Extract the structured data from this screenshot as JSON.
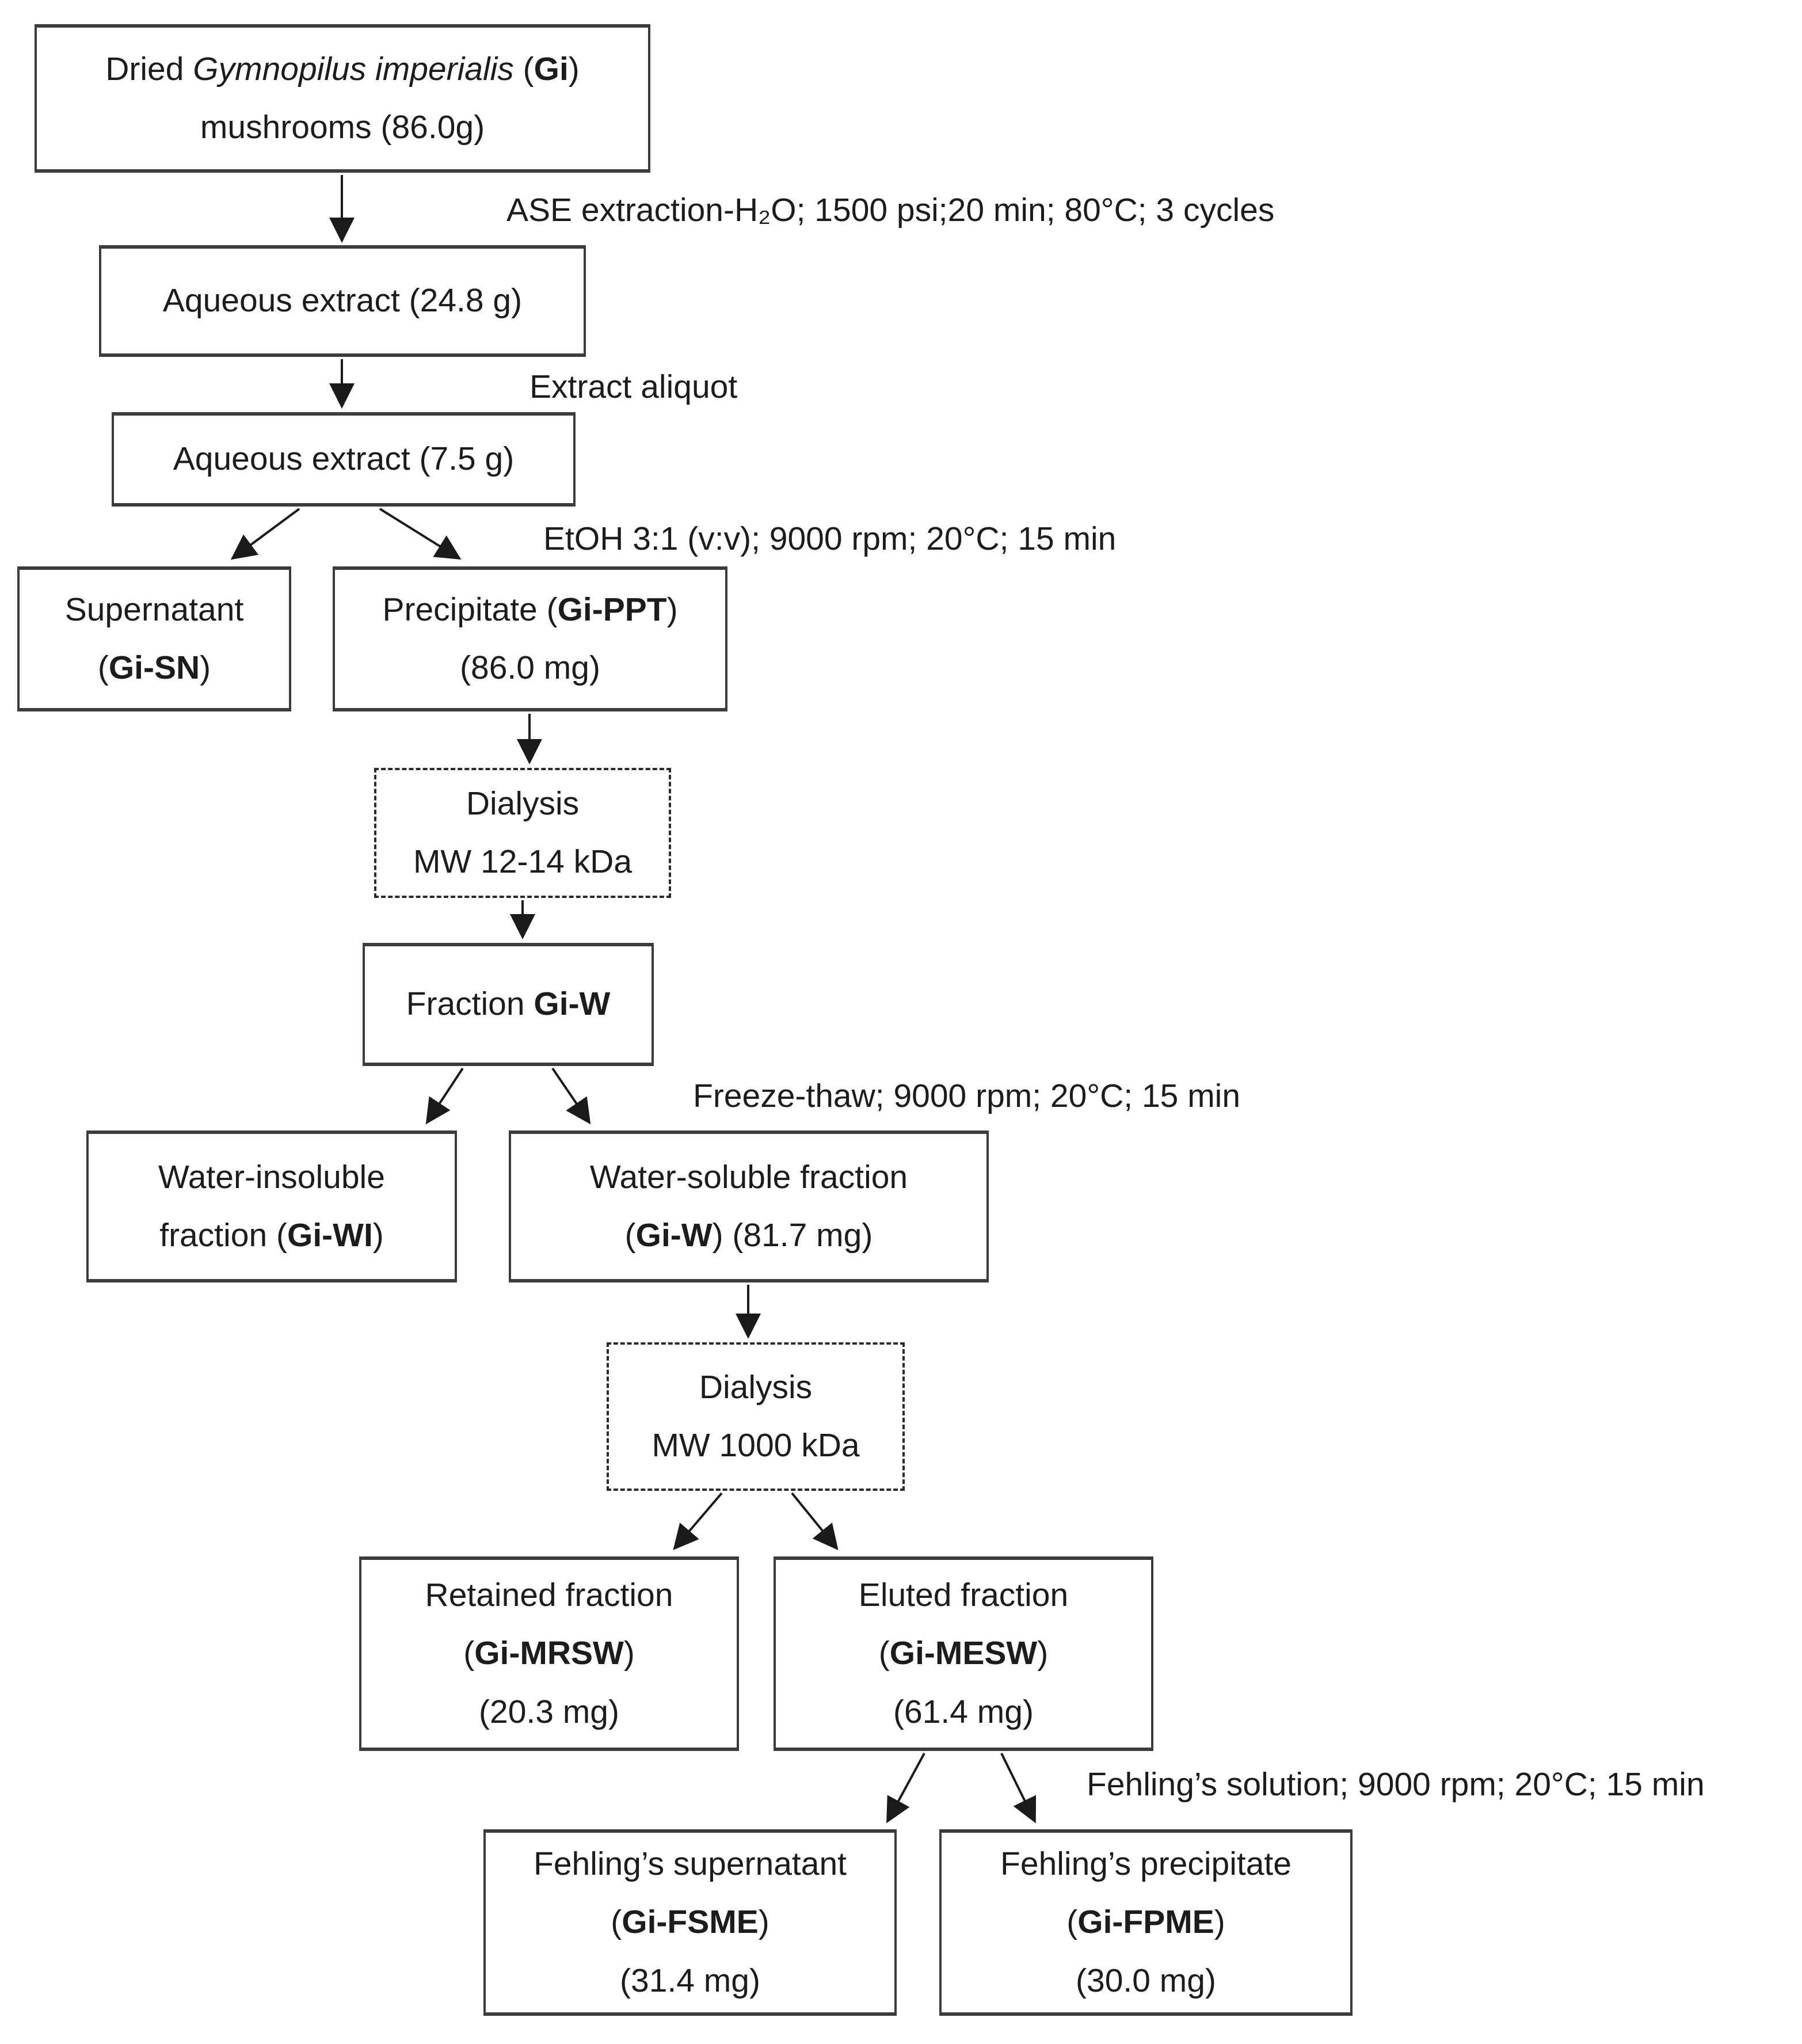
{
  "colors": {
    "line": "#1a1a1a",
    "box_border": "#3c3c3c",
    "text": "#1c1c1c",
    "background": "#ffffff"
  },
  "flowchart": {
    "nodes": {
      "dried_mushrooms": {
        "lines": [
          [
            {
              "t": "Dried "
            },
            {
              "t": "Gymnopilus imperialis",
              "i": true
            },
            {
              "t": " ("
            },
            {
              "t": "Gi",
              "b": true
            },
            {
              "t": ")"
            }
          ],
          [
            {
              "t": "mushrooms (86.0g)"
            }
          ]
        ]
      },
      "aqueous_extract_1": {
        "lines": [
          [
            {
              "t": "Aqueous extract (24.8 g)"
            }
          ]
        ]
      },
      "aqueous_extract_2": {
        "lines": [
          [
            {
              "t": "Aqueous extract (7.5 g)"
            }
          ]
        ]
      },
      "supernatant": {
        "lines": [
          [
            {
              "t": "Supernatant"
            }
          ],
          [
            {
              "t": "("
            },
            {
              "t": "Gi-SN",
              "b": true
            },
            {
              "t": ")"
            }
          ]
        ]
      },
      "precipitate": {
        "lines": [
          [
            {
              "t": "Precipitate ("
            },
            {
              "t": "Gi-PPT",
              "b": true
            },
            {
              "t": ")"
            }
          ],
          [
            {
              "t": "(86.0 mg)"
            }
          ]
        ]
      },
      "dialysis_12_14": {
        "lines": [
          [
            {
              "t": "Dialysis"
            }
          ],
          [
            {
              "t": "MW 12-14 kDa"
            }
          ]
        ]
      },
      "fraction_gi_w": {
        "lines": [
          [
            {
              "t": "Fraction "
            },
            {
              "t": "Gi-W",
              "b": true
            }
          ]
        ]
      },
      "water_insoluble": {
        "lines": [
          [
            {
              "t": "Water-insoluble"
            }
          ],
          [
            {
              "t": "fraction ("
            },
            {
              "t": "Gi-WI",
              "b": true
            },
            {
              "t": ")"
            }
          ]
        ]
      },
      "water_soluble": {
        "lines": [
          [
            {
              "t": "Water-soluble fraction"
            }
          ],
          [
            {
              "t": "("
            },
            {
              "t": "Gi-W",
              "b": true
            },
            {
              "t": ") (81.7 mg)"
            }
          ]
        ]
      },
      "dialysis_1000": {
        "lines": [
          [
            {
              "t": "Dialysis"
            }
          ],
          [
            {
              "t": "MW 1000 kDa"
            }
          ]
        ]
      },
      "retained_fraction": {
        "lines": [
          [
            {
              "t": "Retained fraction"
            }
          ],
          [
            {
              "t": "("
            },
            {
              "t": "Gi-MRSW",
              "b": true
            },
            {
              "t": ")"
            }
          ],
          [
            {
              "t": "(20.3 mg)"
            }
          ]
        ]
      },
      "eluted_fraction": {
        "lines": [
          [
            {
              "t": "Eluted fraction"
            }
          ],
          [
            {
              "t": "("
            },
            {
              "t": "Gi-MESW",
              "b": true
            },
            {
              "t": ")"
            }
          ],
          [
            {
              "t": "(61.4 mg)"
            }
          ]
        ]
      },
      "fehling_supernatant": {
        "lines": [
          [
            {
              "t": "Fehling’s supernatant"
            }
          ],
          [
            {
              "t": "("
            },
            {
              "t": "Gi-FSME",
              "b": true
            },
            {
              "t": ")"
            }
          ],
          [
            {
              "t": "(31.4 mg)"
            }
          ]
        ]
      },
      "fehling_precipitate": {
        "lines": [
          [
            {
              "t": "Fehling’s precipitate"
            }
          ],
          [
            {
              "t": "("
            },
            {
              "t": "Gi-FPME",
              "b": true
            },
            {
              "t": ")"
            }
          ],
          [
            {
              "t": "(30.0 mg)"
            }
          ]
        ]
      }
    },
    "process_labels": {
      "ase": "ASE extraction-H₂O; 1500 psi;20 min; 80°C; 3 cycles",
      "aliquot": "Extract aliquot",
      "etoh": "EtOH 3:1 (v:v); 9000 rpm; 20°C; 15 min",
      "freeze_thaw": "Freeze-thaw; 9000 rpm; 20°C; 15 min",
      "fehling": "Fehling’s solution; 9000 rpm; 20°C; 15 min"
    }
  }
}
